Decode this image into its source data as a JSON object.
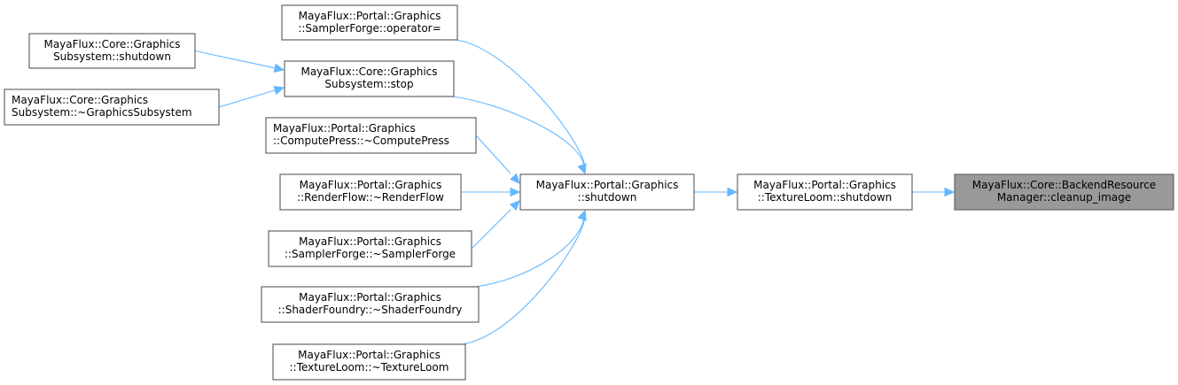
{
  "graph": {
    "type": "caller-graph",
    "colors": {
      "edge": "#63b8ff",
      "node_border": "#666666",
      "current_fill": "#999999"
    },
    "nodes": [
      {
        "id": "opassign",
        "lines": [
          "MayaFlux::Portal::Graphics",
          "::SamplerForge::operator="
        ],
        "align": "center"
      },
      {
        "id": "gs_shutdown",
        "lines": [
          "MayaFlux::Core::Graphics",
          "Subsystem::shutdown"
        ],
        "align": "center"
      },
      {
        "id": "gs_stop",
        "lines": [
          "MayaFlux::Core::Graphics",
          "Subsystem::stop"
        ],
        "align": "center"
      },
      {
        "id": "gs_dtor",
        "lines": [
          "MayaFlux::Core::Graphics",
          "Subsystem::~GraphicsSubsystem"
        ],
        "align": "left"
      },
      {
        "id": "cp_dtor",
        "lines": [
          "MayaFlux::Portal::Graphics",
          "::ComputePress::~ComputePress"
        ],
        "align": "left"
      },
      {
        "id": "rf_dtor",
        "lines": [
          "MayaFlux::Portal::Graphics",
          "::RenderFlow::~RenderFlow"
        ],
        "align": "center"
      },
      {
        "id": "sf_dtor",
        "lines": [
          "MayaFlux::Portal::Graphics",
          "::SamplerForge::~SamplerForge"
        ],
        "align": "center"
      },
      {
        "id": "shf_dtor",
        "lines": [
          "MayaFlux::Portal::Graphics",
          "::ShaderFoundry::~ShaderFoundry"
        ],
        "align": "center"
      },
      {
        "id": "tl_dtor",
        "lines": [
          "MayaFlux::Portal::Graphics",
          "::TextureLoom::~TextureLoom"
        ],
        "align": "center"
      },
      {
        "id": "pg_shutdown",
        "lines": [
          "MayaFlux::Portal::Graphics",
          "::shutdown"
        ],
        "align": "center"
      },
      {
        "id": "tl_shutdown",
        "lines": [
          "MayaFlux::Portal::Graphics",
          "::TextureLoom::shutdown"
        ],
        "align": "center"
      },
      {
        "id": "cleanup",
        "lines": [
          "MayaFlux::Core::BackendResource",
          "Manager::cleanup_image"
        ],
        "align": "center",
        "current": true
      }
    ],
    "edges": [
      [
        "gs_shutdown",
        "gs_stop"
      ],
      [
        "gs_dtor",
        "gs_stop"
      ],
      [
        "opassign",
        "pg_shutdown"
      ],
      [
        "gs_stop",
        "pg_shutdown"
      ],
      [
        "cp_dtor",
        "pg_shutdown"
      ],
      [
        "rf_dtor",
        "pg_shutdown"
      ],
      [
        "sf_dtor",
        "pg_shutdown"
      ],
      [
        "shf_dtor",
        "pg_shutdown"
      ],
      [
        "tl_dtor",
        "pg_shutdown"
      ],
      [
        "pg_shutdown",
        "tl_shutdown"
      ],
      [
        "tl_shutdown",
        "cleanup"
      ]
    ]
  }
}
